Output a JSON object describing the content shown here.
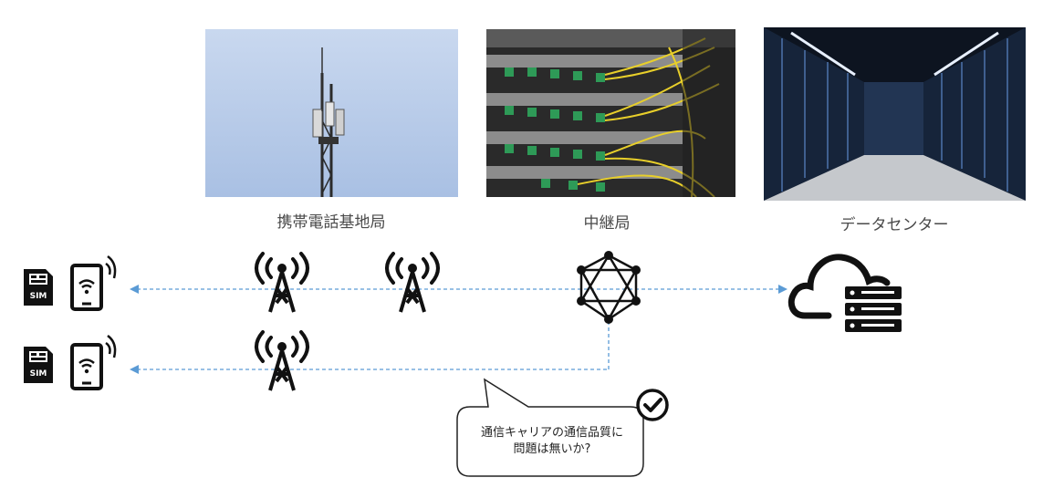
{
  "captions": {
    "base_station": "携帯電話基地局",
    "relay": "中継局",
    "datacenter": "データセンター"
  },
  "sim_card": {
    "label": "SIM"
  },
  "callout": {
    "line1": "通信キャリアの通信品質に",
    "line2": "問題は無いか?"
  },
  "colors": {
    "link": "#5b9bd5",
    "icon": "#111111"
  },
  "icons": [
    "sim-card-icon",
    "tablet-wifi-icon",
    "cell-tower-icon",
    "network-hub-icon",
    "cloud-server-icon",
    "check-circle-icon"
  ]
}
